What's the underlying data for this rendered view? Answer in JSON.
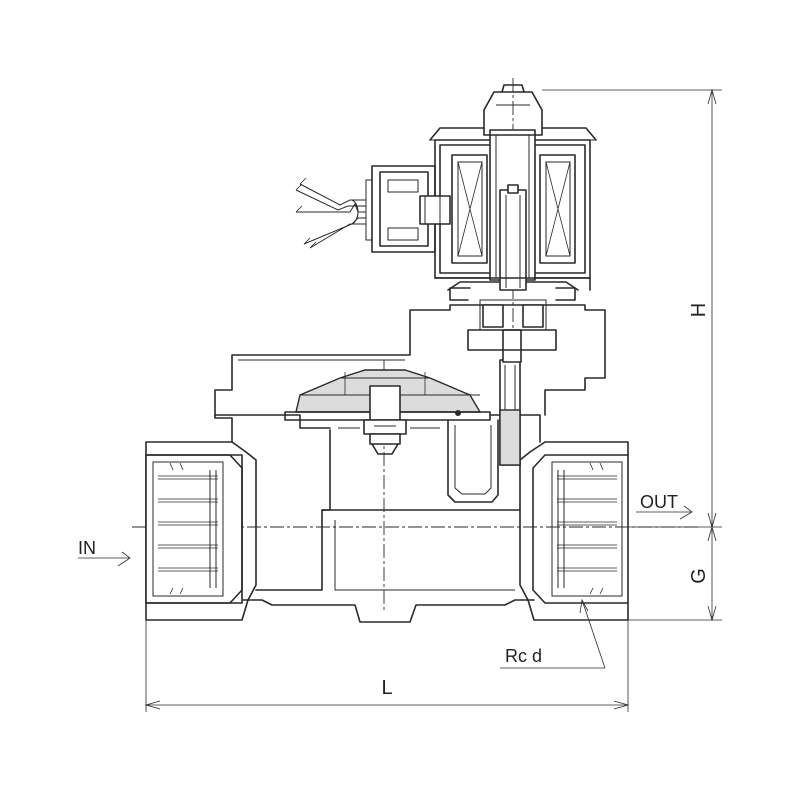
{
  "labels": {
    "inlet": "IN",
    "outlet": "OUT",
    "height": "H",
    "port_height": "G",
    "length": "L",
    "thread": "Rc d"
  }
}
